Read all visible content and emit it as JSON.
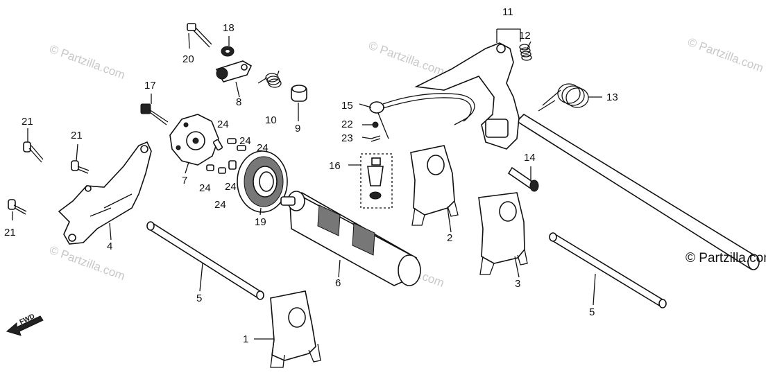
{
  "watermark": "© Partzilla.com",
  "copyright": "© Partzilla.com",
  "fwd_label": "FWD",
  "labels": {
    "p1": "1",
    "p2": "2",
    "p3": "3",
    "p4": "4",
    "p5a": "5",
    "p5b": "5",
    "p6": "6",
    "p7": "7",
    "p8": "8",
    "p9": "9",
    "p10": "10",
    "p11": "11",
    "p12": "12",
    "p13": "13",
    "p14": "14",
    "p15": "15",
    "p16": "16",
    "p17": "17",
    "p18": "18",
    "p19": "19",
    "p20": "20",
    "p21a": "21",
    "p21b": "21",
    "p21c": "21",
    "p22": "22",
    "p23": "23",
    "p24a": "24",
    "p24b": "24",
    "p24c": "24",
    "p24d": "24",
    "p24e": "24"
  }
}
